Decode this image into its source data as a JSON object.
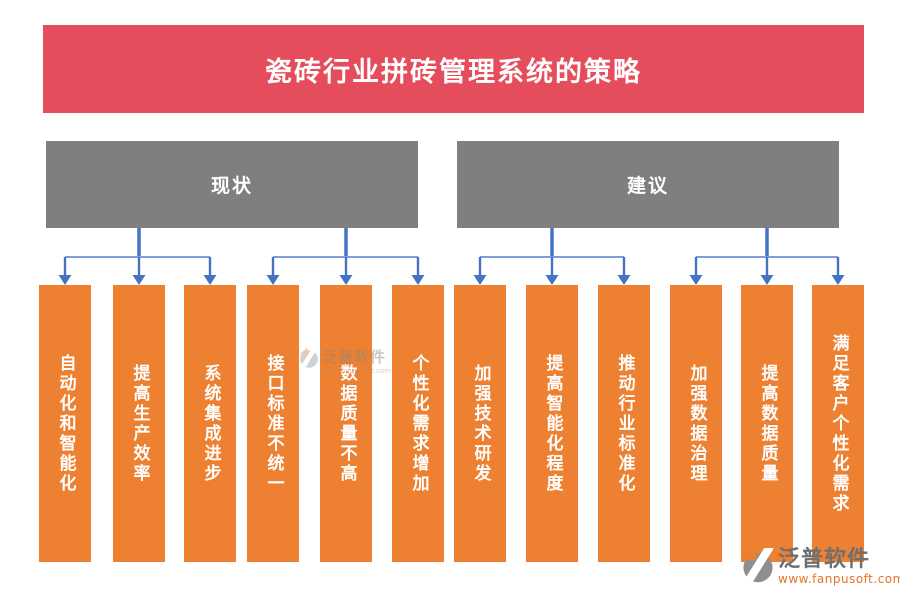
{
  "title": {
    "text": "瓷砖行业拼砖管理系统的策略"
  },
  "groups": [
    {
      "label": "现状",
      "branches": [
        {
          "items": [
            "自动化和智能化",
            "提高生产效率",
            "系统集成进步"
          ]
        },
        {
          "items": [
            "接口标准不统一",
            "数据质量不高",
            "个性化需求增加"
          ]
        }
      ]
    },
    {
      "label": "建议",
      "branches": [
        {
          "items": [
            "加强技术研发",
            "提高智能化程度",
            "推动行业标准化"
          ]
        },
        {
          "items": [
            "加强数据治理",
            "提高数据质量",
            "满足客户个性化需求"
          ]
        }
      ]
    }
  ],
  "watermark": {
    "brand": "泛普软件",
    "url": "www.fanpusoft.com"
  },
  "colors": {
    "title_bg": "#E64D5C",
    "header_bg": "#7F7F7F",
    "bar_bg": "#EE8032",
    "arrow": "#4472C4",
    "arrow_light": "#7D9FD8"
  }
}
